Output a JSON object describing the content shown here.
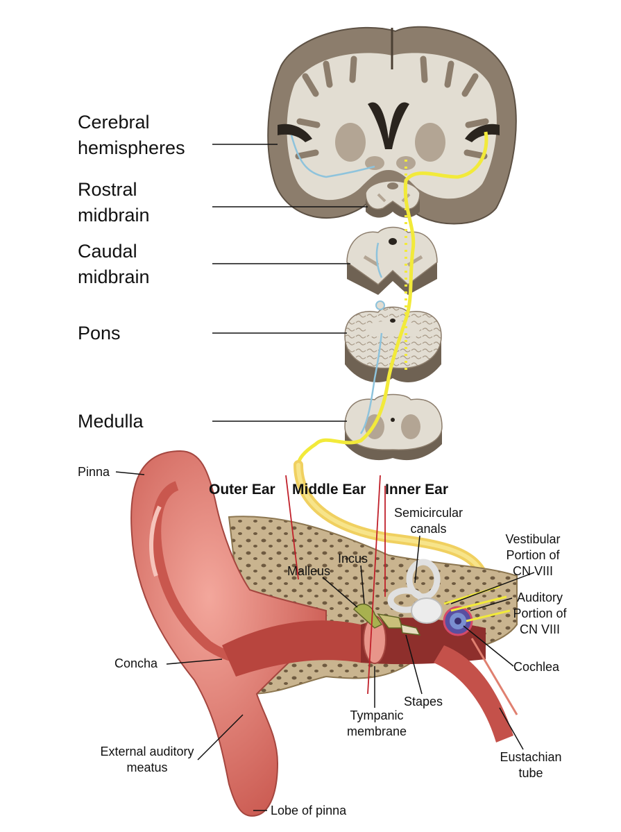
{
  "brain_labels": {
    "cerebral": "Cerebral\nhemispheres",
    "rostral": "Rostral\nmidbrain",
    "caudal": "Caudal\nmidbrain",
    "pons": "Pons",
    "medulla": "Medulla"
  },
  "ear_sections": {
    "outer": "Outer Ear",
    "middle": "Middle Ear",
    "inner": "Inner Ear"
  },
  "ear_labels": {
    "pinna": "Pinna",
    "concha": "Concha",
    "meatus": "External auditory\nmeatus",
    "lobe": "Lobe of pinna",
    "malleus": "Malleus",
    "incus": "Incus",
    "semicircular": "Semicircular\ncanals",
    "vestibular": "Vestibular\nPortion of\nCN VIII",
    "auditory": "Auditory\nPortion of\nCN VIII",
    "cochlea": "Cochlea",
    "stapes": "Stapes",
    "tympanic": "Tympanic\nmembrane",
    "eustachian": "Eustachian\ntube"
  },
  "colors": {
    "brain_gray": "#8c7d6c",
    "brain_white": "#e2ddd2",
    "auditory_pathway": "#f2ea3a",
    "vestibular_pathway": "#8ec3dc",
    "skin": "#e07a70",
    "bone": "#c9b48f",
    "section_line": "#c0202a"
  }
}
